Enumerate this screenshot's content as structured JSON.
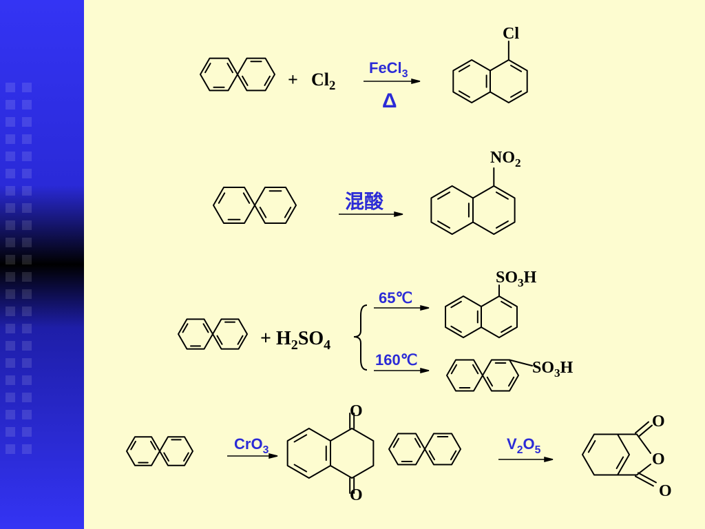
{
  "colors": {
    "background": "#fdfcd0",
    "sidebar_blue": "#3434f4",
    "sidebar_dark": "#000000",
    "condition_text": "#2b2bd6",
    "structure_line": "#000000"
  },
  "reactions": {
    "chlorination": {
      "plus": "+",
      "reagent": {
        "main": "Cl",
        "sub": "2"
      },
      "catalyst": {
        "main": "FeCl",
        "sub": "3"
      },
      "heat": "Δ",
      "product_group": "Cl"
    },
    "nitration": {
      "condition": "混酸",
      "product_group": {
        "main": "NO",
        "sub": "2"
      }
    },
    "sulfonation": {
      "reagent": {
        "prefix": "+ H",
        "sub1": "2",
        "mid": "SO",
        "sub2": "4"
      },
      "low_temp": "65℃",
      "high_temp": "160℃",
      "product_group": {
        "main": "SO",
        "sub": "3",
        "tail": "H"
      }
    },
    "oxidation_cro3": {
      "condition": {
        "main": "CrO",
        "sub": "3"
      },
      "oxygen_top": "O",
      "oxygen_bottom": "O"
    },
    "oxidation_v2o5": {
      "condition": {
        "a": "V",
        "a_sub": "2",
        "b": "O",
        "b_sub": "5"
      },
      "oxygen_top": "O",
      "oxygen_ring": "O",
      "oxygen_bottom": "O"
    }
  }
}
